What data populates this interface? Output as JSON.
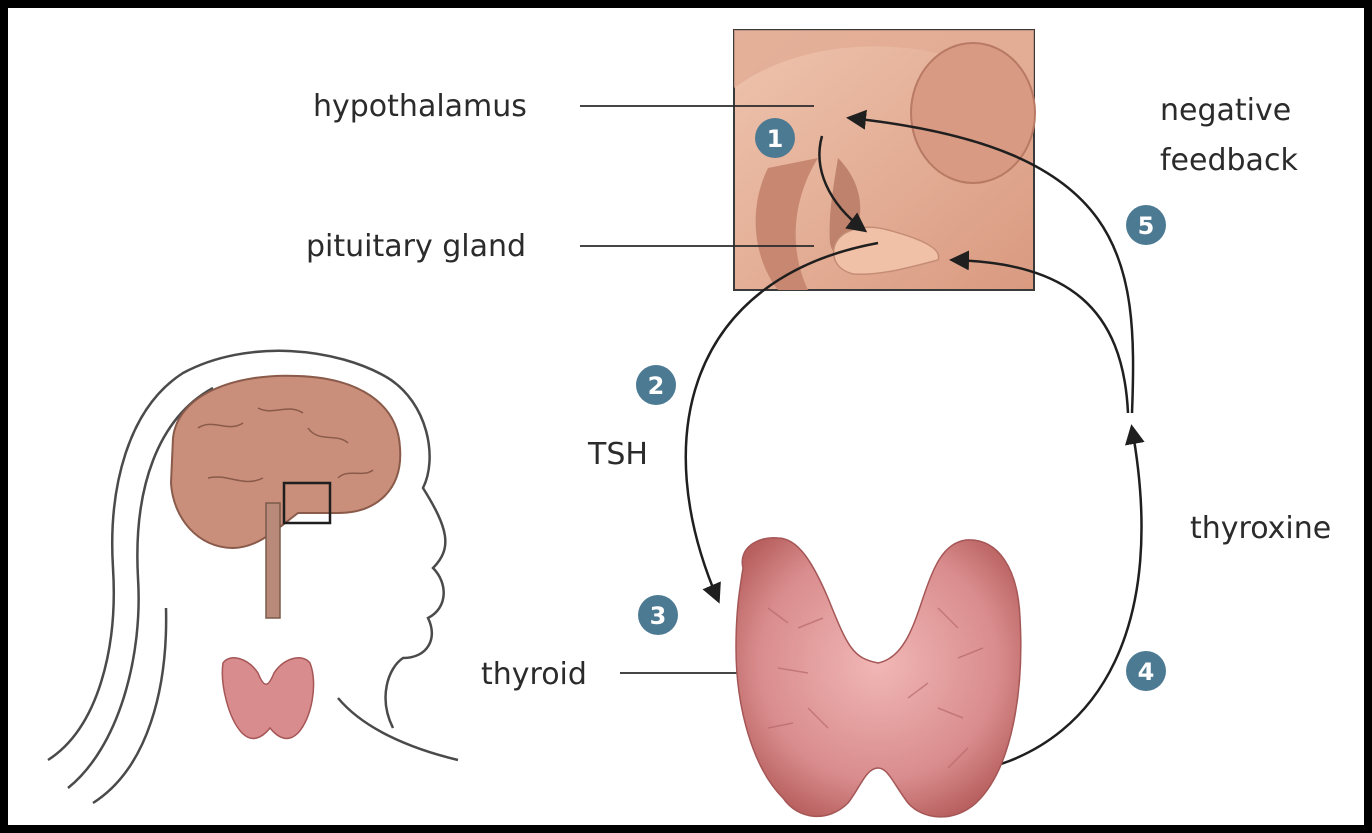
{
  "labels": {
    "hypothalamus": "hypothalamus",
    "pituitary": "pituitary gland",
    "thyroid": "thyroid",
    "tsh": "TSH",
    "thyroxine": "thyroxine",
    "negative_line1": "negative",
    "negative_line2": "feedback"
  },
  "steps": [
    "1",
    "2",
    "3",
    "4",
    "5"
  ],
  "colors": {
    "badge": "#4d7a93",
    "thyroid": "#d9898a",
    "brain": "#c9907a",
    "inset_bg": "#e8b9a4",
    "arrow": "#1f1f1f"
  }
}
